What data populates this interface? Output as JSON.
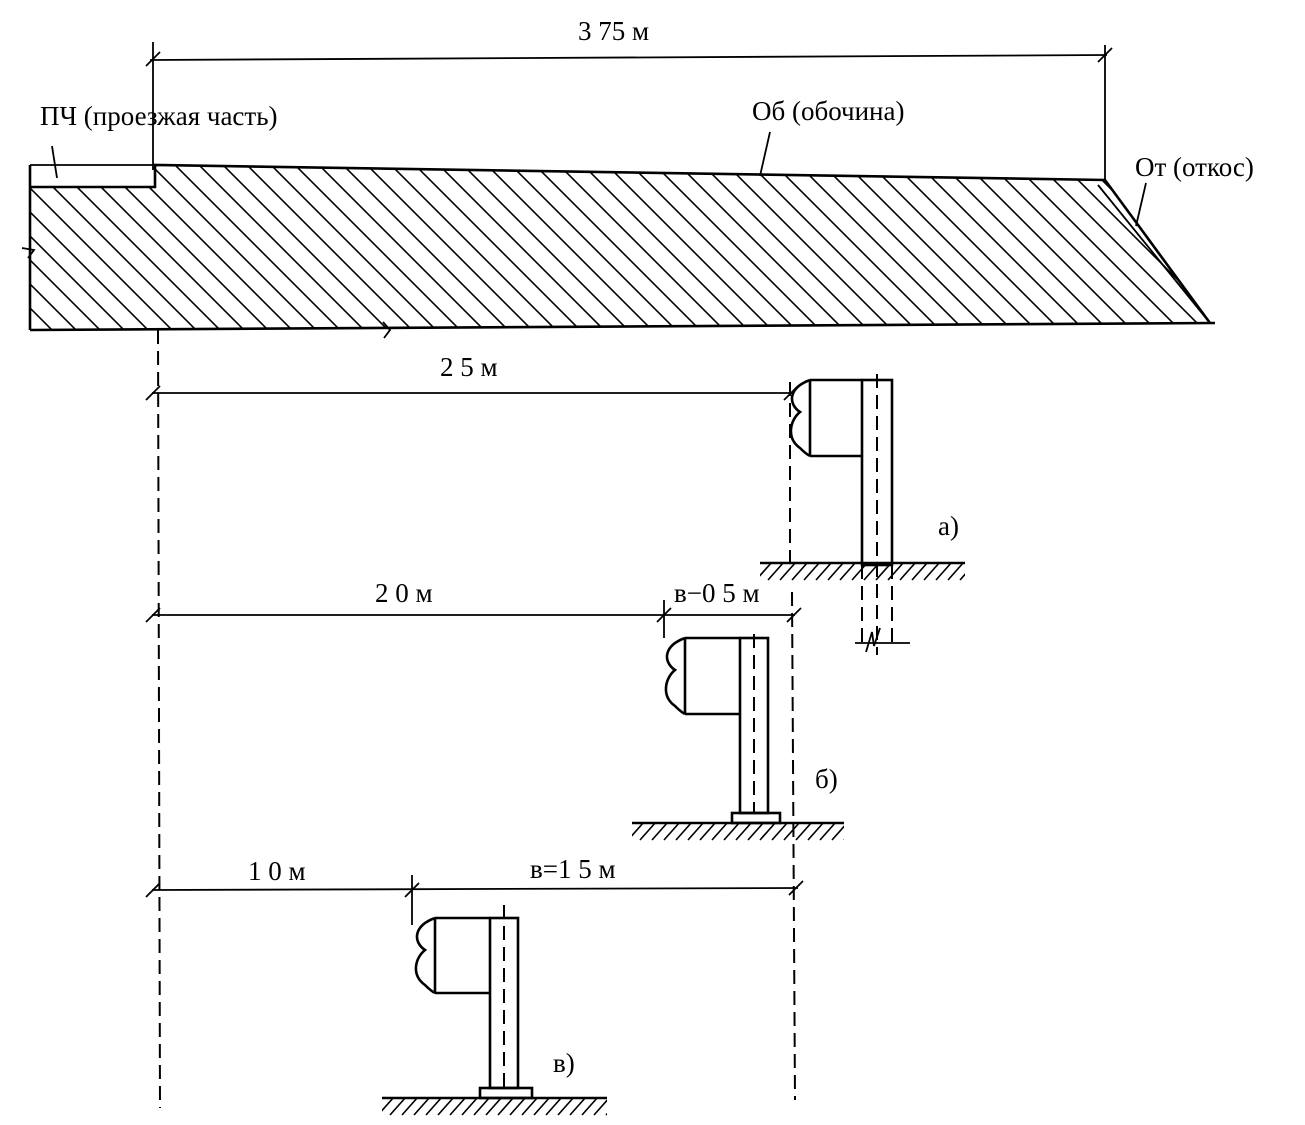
{
  "labels": {
    "roadway": "ПЧ (проезжая часть)",
    "shoulder": "Об (обочина)",
    "slope": "От (откос)"
  },
  "dimensions": {
    "total": "3 75 м",
    "a_offset": "2 5 м",
    "b_offset": "2 0 м",
    "b_width": "в−0 5 м",
    "c_offset": "1 0 м",
    "c_width": "в=1 5 м"
  },
  "variants": {
    "a": "а)",
    "b": "б)",
    "c": "в)"
  }
}
